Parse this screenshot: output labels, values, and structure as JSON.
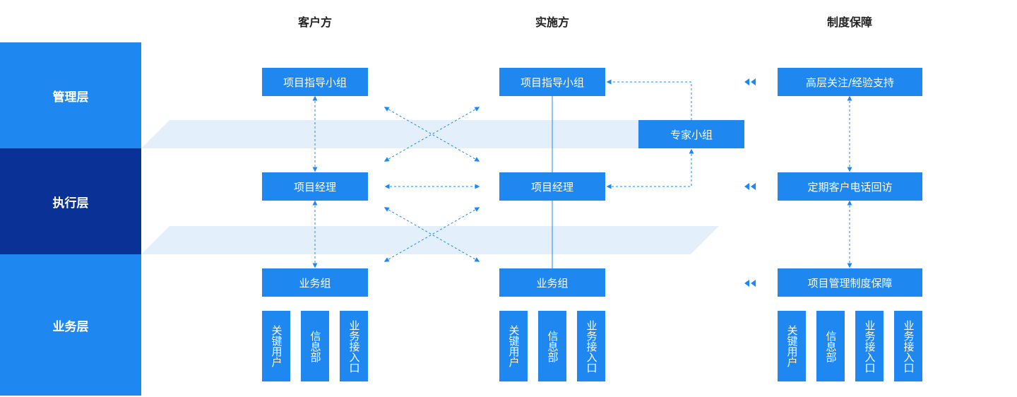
{
  "colors": {
    "primary": "#1e88f0",
    "dark": "#0a3296",
    "band": "#e3f0fc",
    "line": "#1e88f0"
  },
  "columns": [
    "客户方",
    "实施方",
    "制度保障"
  ],
  "layers": [
    {
      "label": "管理层",
      "color": "#1e88f0"
    },
    {
      "label": "执行层",
      "color": "#0a3296"
    },
    {
      "label": "业务层",
      "color": "#1e88f0"
    }
  ],
  "client": {
    "steering": "项目指导小组",
    "manager": "项目经理",
    "business": "业务组",
    "members": [
      "关键用户",
      "信息部",
      "业务接入口"
    ]
  },
  "implementer": {
    "steering": "项目指导小组",
    "manager": "项目经理",
    "business": "业务组",
    "members": [
      "关键用户",
      "信息部",
      "业务接入口"
    ],
    "expert": "专家小组"
  },
  "assurance": {
    "top": "高层关注/经验支持",
    "middle": "定期客户电话回访",
    "bottom": "项目管理制度保障",
    "members": [
      "关键用户",
      "信息部",
      "业务接入口",
      "业务接入口"
    ]
  },
  "icons": {
    "double_left_arrow": "double-left-arrow-icon"
  }
}
